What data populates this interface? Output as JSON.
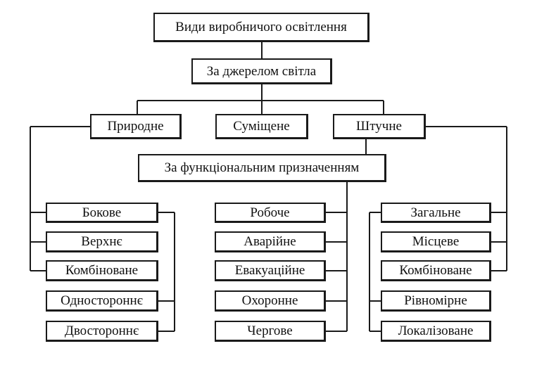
{
  "root": {
    "label": "Види виробничого освітлення"
  },
  "by_source": {
    "label": "За джерелом світла",
    "types": [
      "Природне",
      "Суміщене",
      "Штучне"
    ]
  },
  "by_function": {
    "label": "За функціональним призначенням"
  },
  "natural_kinds": [
    "Бокове",
    "Верхнє",
    "Комбіноване",
    "Одностороннє",
    "Двостороннє"
  ],
  "function_kinds": [
    "Робоче",
    "Аварійне",
    "Евакуаційне",
    "Охоронне",
    "Чергове"
  ],
  "artificial_kinds": [
    "Загальне",
    "Місцеве",
    "Комбіноване",
    "Рівномірне",
    "Локалізоване"
  ]
}
